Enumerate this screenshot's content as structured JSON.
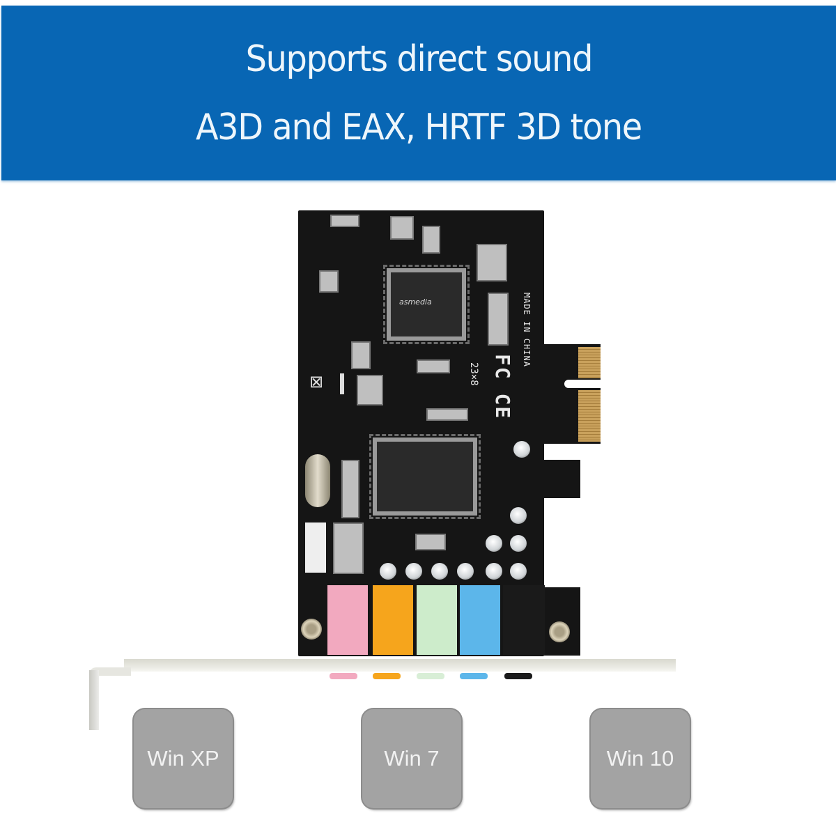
{
  "banner": {
    "line1": "Supports direct sound",
    "line2": "A3D and EAX, HRTF 3D tone",
    "background_color": "#0866b4",
    "text_color": "#eef6fb"
  },
  "product": {
    "description": "PCIe sound card with 5 color-coded audio jacks",
    "chip_main_label": "asmedia",
    "silkscreen": {
      "made_in": "MADE IN CHINA",
      "certifications": "FC CE",
      "serial": "23×8"
    },
    "jacks": [
      {
        "name": "pink",
        "color": "#f2a9bf"
      },
      {
        "name": "orange",
        "color": "#f6a51c"
      },
      {
        "name": "green",
        "color": "#cdeccb"
      },
      {
        "name": "blue",
        "color": "#5cb6ea"
      },
      {
        "name": "black",
        "color": "#1a1a1a"
      }
    ]
  },
  "os_badges": [
    {
      "label": "Win XP"
    },
    {
      "label": "Win 7"
    },
    {
      "label": "Win 10"
    }
  ],
  "badge_color": "#a3a3a3"
}
